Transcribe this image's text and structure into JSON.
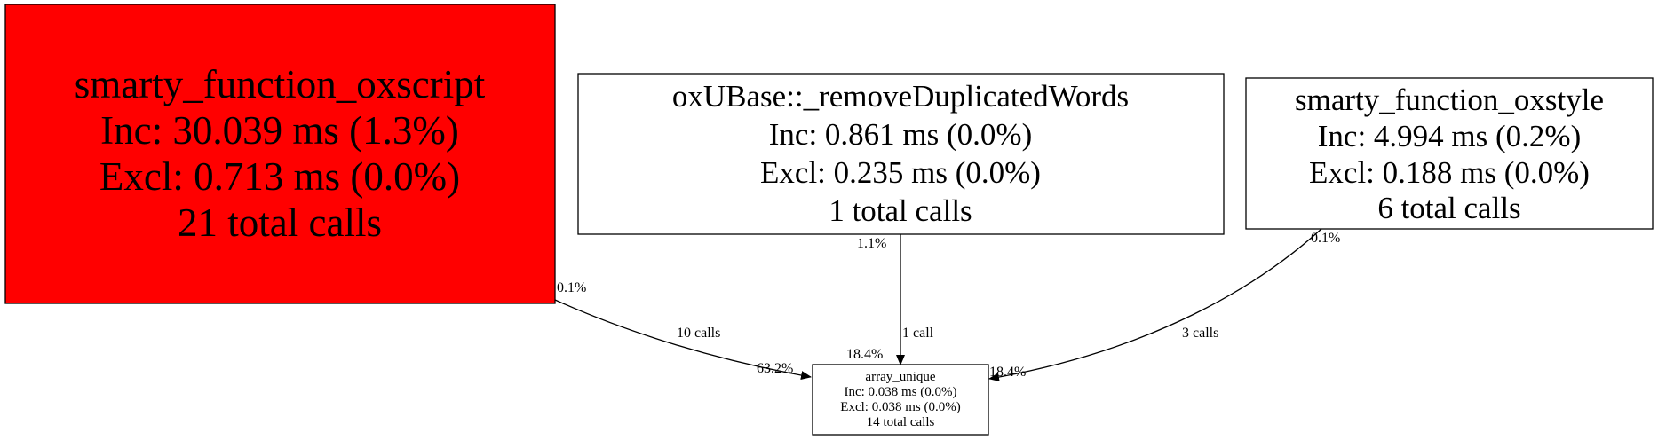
{
  "nodes": {
    "oxscript": {
      "lines": [
        "smarty_function_oxscript",
        "Inc: 30.039 ms (1.3%)",
        "Excl: 0.713 ms (0.0%)",
        "21 total calls"
      ],
      "fill": "#ff0000"
    },
    "remove": {
      "lines": [
        "oxUBase::_removeDuplicatedWords",
        "Inc: 0.861 ms (0.0%)",
        "Excl: 0.235 ms (0.0%)",
        "1 total calls"
      ],
      "fill": "#ffffff"
    },
    "oxstyle": {
      "lines": [
        "smarty_function_oxstyle",
        "Inc: 4.994 ms (0.2%)",
        "Excl: 0.188 ms (0.0%)",
        "6 total calls"
      ],
      "fill": "#ffffff"
    },
    "array_unique": {
      "lines": [
        "array_unique",
        "Inc: 0.038 ms (0.0%)",
        "Excl: 0.038 ms (0.0%)",
        "14 total calls"
      ],
      "fill": "#ffffff"
    }
  },
  "edges": {
    "oxscript_to_array_unique": {
      "tail": "0.1%",
      "label": "10 calls",
      "head": "63.2%"
    },
    "remove_to_array_unique": {
      "tail": "1.1%",
      "label": "1 call",
      "head": "18.4%"
    },
    "oxstyle_to_array_unique": {
      "tail": "0.1%",
      "label": "3 calls",
      "head": "18.4%"
    }
  }
}
